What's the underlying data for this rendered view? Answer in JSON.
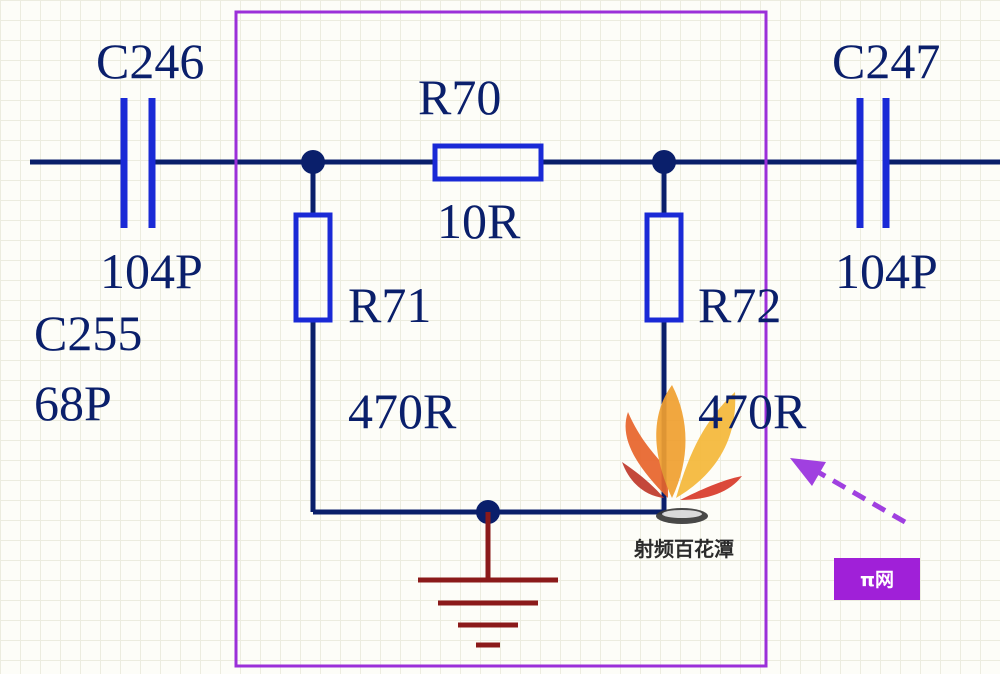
{
  "components": {
    "c246": {
      "ref": "C246",
      "value": "104P"
    },
    "c247": {
      "ref": "C247",
      "value": "104P"
    },
    "c255": {
      "ref": "C255",
      "value": "68P"
    },
    "r70": {
      "ref": "R70",
      "value": "10R"
    },
    "r71": {
      "ref": "R71",
      "value": "470R"
    },
    "r72": {
      "ref": "R72",
      "value": "470R"
    }
  },
  "highlight": {
    "badge_text": "π网",
    "frame_color": "#9b30d9",
    "arrow_color": "#a040e0"
  },
  "watermark": {
    "text": "射频百花潭",
    "icon": "flame-logo-icon"
  },
  "colors": {
    "wire": "#0a1f6b",
    "symbol": "#1a2ad6",
    "ground": "#8b1a1a"
  }
}
